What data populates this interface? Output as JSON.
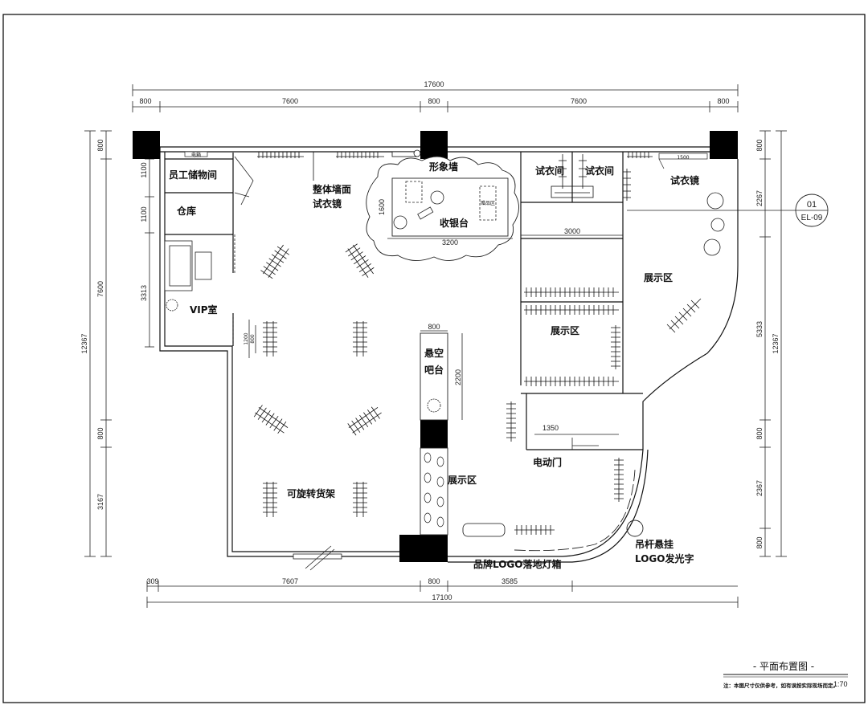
{
  "title_block": {
    "title": "- 平面布置图 -",
    "note": "注：本图尺寸仅供参考，如有误按实际现场而定。",
    "scale": "1:70"
  },
  "reference_marker": {
    "number": "01",
    "sheet": "EL-09"
  },
  "dimensions": {
    "top_total": "17600",
    "top_segments": [
      "800",
      "7600",
      "800",
      "7600",
      "800"
    ],
    "bottom_total": "17100",
    "bottom_segments": [
      "309",
      "7607",
      "800",
      "3585"
    ],
    "left_total": "12367",
    "left_segments": [
      "800",
      "7600",
      "800",
      "3167"
    ],
    "left_inner": [
      "1100",
      "1100",
      "3313"
    ],
    "right_total": "12367",
    "right_segments": [
      "800",
      "2267",
      "5333",
      "800",
      "2367",
      "800"
    ],
    "counter_length": "3200",
    "counter_depth": "1600",
    "display_width": "3000",
    "bar_width": "800",
    "bar_length": "2200",
    "door_width": "1350",
    "mirror_width": "1500",
    "rack_a": "1200",
    "rack_b": "800"
  },
  "rooms": {
    "staff_storage": "员工储物间",
    "warehouse": "仓库",
    "vip": "VIP室",
    "full_wall_mirror_1": "整体墙面",
    "full_wall_mirror_2": "试衣镜",
    "image_wall": "形象墙",
    "cashier": "收银台",
    "fitting_room_1": "试衣间",
    "fitting_room_2": "试衣间",
    "fitting_mirror": "试衣镜",
    "display_area_upper": "展示区",
    "display_area_middle": "展示区",
    "display_area_lower": "展示区",
    "floating_bar_1": "悬空",
    "floating_bar_2": "吧台",
    "rotating_rack": "可旋转货架",
    "electric_door": "电动门",
    "logo_lightbox": "品牌LOGO落地灯箱",
    "hanging_logo_1": "吊杆悬挂",
    "hanging_logo_2": "LOGO发光字",
    "electric_box": "电箱",
    "gift_area": "赠品区"
  }
}
